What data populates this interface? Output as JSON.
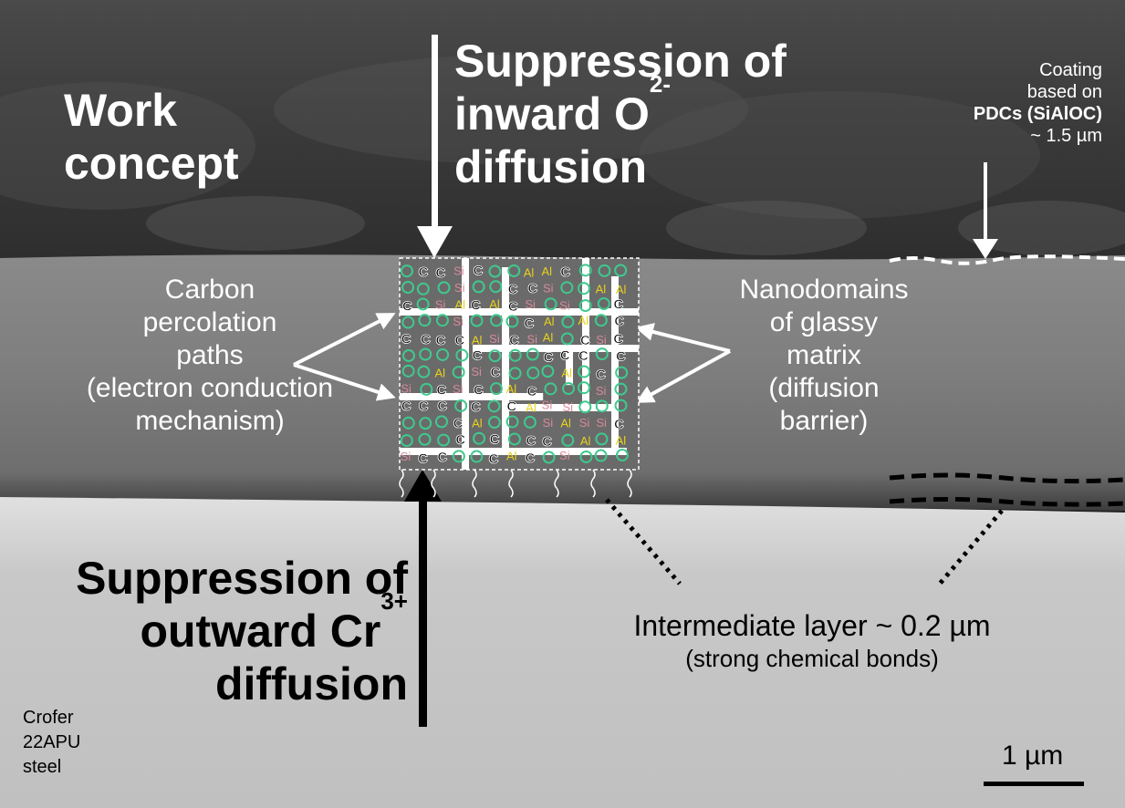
{
  "concept_title": [
    "Work",
    "concept"
  ],
  "oxygen_heading": {
    "line1": "Suppression of",
    "line2_main": "inward O",
    "line2_sup": "2-",
    "line3": "diffusion"
  },
  "chromium_heading": {
    "line1": "Suppression of",
    "line2_main": "outward Cr",
    "line2_sup": "3+",
    "line3": "diffusion"
  },
  "coating_label": {
    "line1": "Coating",
    "line2": "based on",
    "line3": "PDCs (SiAlOC)",
    "line4": "~ 1.5 µm"
  },
  "carbon_label": [
    "Carbon",
    "percolation",
    "paths",
    "(electron conduction",
    "mechanism)"
  ],
  "nanodomain_label": [
    "Nanodomains",
    "of glassy",
    "matrix",
    "(diffusion",
    "barrier)"
  ],
  "intermediate_label": {
    "line1": "Intermediate layer ~ 0.2 µm",
    "line2": "(strong chemical bonds)"
  },
  "steel_label": [
    "Crofer",
    "22APU",
    "steel"
  ],
  "scale_bar_label": "1 µm",
  "structure_symbols": {
    "carbon": "C",
    "aluminium": "Al",
    "silicon": "Si"
  },
  "colors": {
    "coating_bg": "#7a7a7a",
    "steel_bg": "#c4c4c4",
    "top_bg": "#3a3a3a",
    "carbon": "#000000",
    "aluminium": "#e8d21c",
    "silicon": "#d88a9a",
    "oxygen_ring": "#3fc98e"
  }
}
